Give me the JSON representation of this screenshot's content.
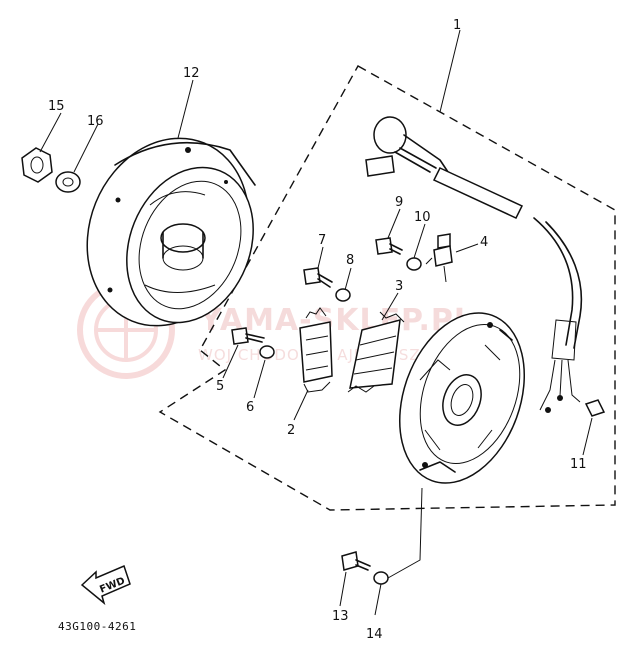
{
  "diagram": {
    "code": "43G100-4261",
    "fwd_label": "FWD",
    "watermark": {
      "main": "YAMA-SKLEP.PL",
      "sub": "WOJ CHODOWIE AJENJA SZCZYT"
    },
    "callouts": {
      "c1": "1",
      "c2": "2",
      "c3": "3",
      "c4": "4",
      "c5": "5",
      "c6": "6",
      "c7": "7",
      "c8": "8",
      "c9": "9",
      "c10": "10",
      "c11": "11",
      "c12": "12",
      "c13": "13",
      "c14": "14",
      "c15": "15",
      "c16": "16"
    }
  }
}
